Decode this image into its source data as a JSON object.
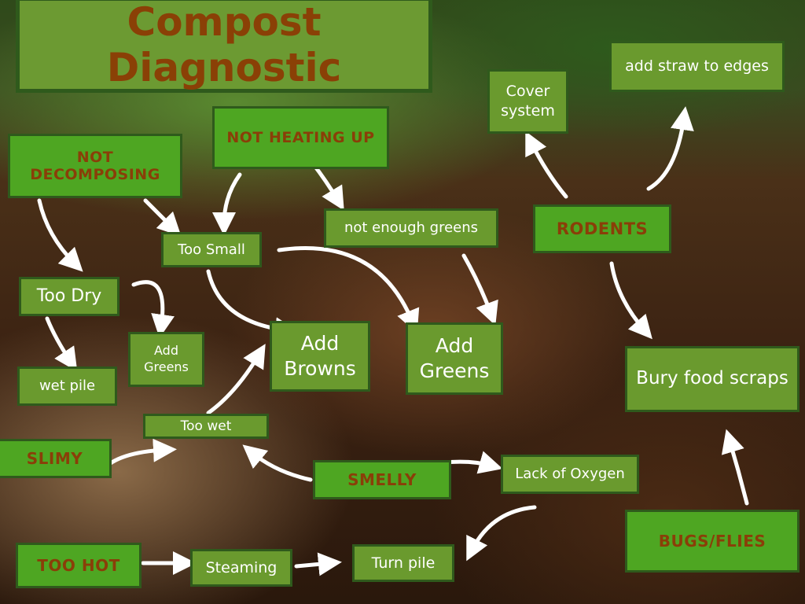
{
  "title": "Compost Diagnostic",
  "problems": {
    "not_decomposing": "NOT DECOMPOSING",
    "not_heating_up": "NOT HEATING UP",
    "rodents": "RODENTS",
    "slimy": "SLIMY",
    "smelly": "SMELLY",
    "bugs_flies": "BUGS/FLIES",
    "too_hot": "TOO HOT"
  },
  "causes": {
    "too_small": "Too Small",
    "not_enough_greens": "not enough greens",
    "too_dry": "Too Dry",
    "wet_pile": "wet pile",
    "too_wet": "Too wet",
    "lack_of_oxygen": "Lack of Oxygen",
    "steaming": "Steaming"
  },
  "solutions": {
    "cover_system": "Cover system",
    "add_straw": "add straw to edges",
    "add_greens_small": "Add Greens",
    "add_browns": "Add Browns",
    "add_greens": "Add Greens",
    "bury_food": "Bury food scraps",
    "turn_pile": "Turn pile"
  },
  "colors": {
    "problem_bg": "#4ea622",
    "solution_bg": "#6a9a2e",
    "problem_text": "#8a3e08",
    "border": "#2f5a1c"
  }
}
